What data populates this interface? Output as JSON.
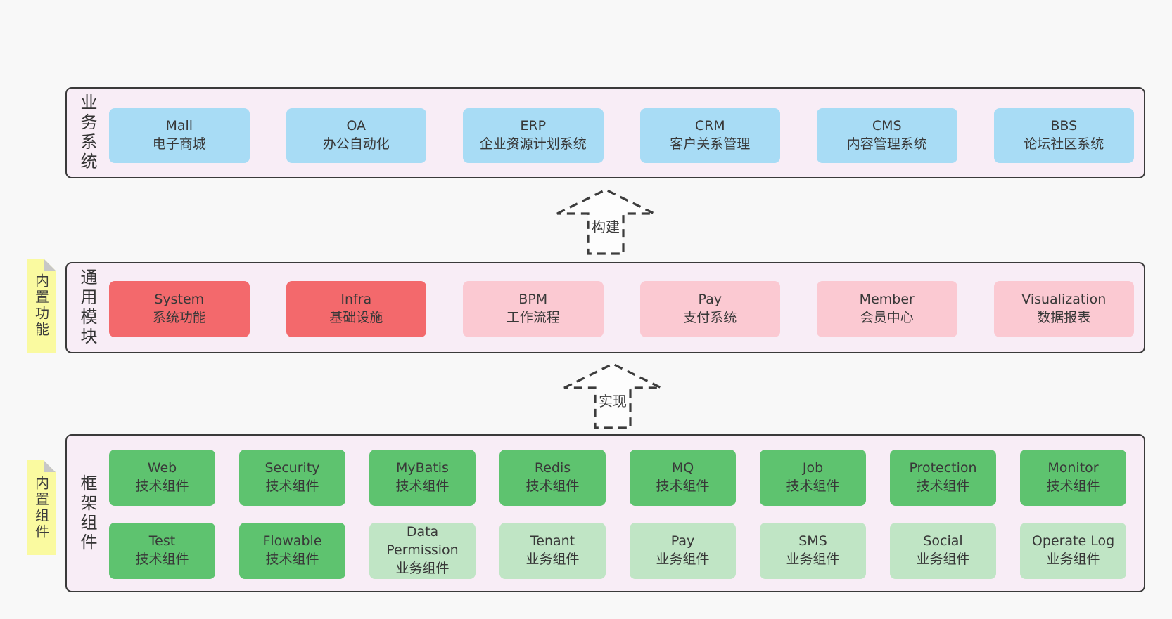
{
  "colors": {
    "page_bg": "#f8f8f8",
    "layer_bg": "#f8edf6",
    "layer_border": "#3a3a3a",
    "box_blue": "#a8dcf5",
    "box_red": "#f3696c",
    "box_pink": "#fbc9d2",
    "box_green": "#5ec36f",
    "box_green_light": "#c0e5c5",
    "note_yellow": "#fafaa0",
    "note_fold_gray": "#c7c7c7",
    "text": "#3a3a3a"
  },
  "arrows": [
    {
      "label": "构建"
    },
    {
      "label": "实现"
    }
  ],
  "layers": [
    {
      "label": "业务系统",
      "boxes": [
        {
          "name": "Mall",
          "desc": "电子商城",
          "variant": "blue"
        },
        {
          "name": "OA",
          "desc": "办公自动化",
          "variant": "blue"
        },
        {
          "name": "ERP",
          "desc": "企业资源计划系统",
          "variant": "blue"
        },
        {
          "name": "CRM",
          "desc": "客户关系管理",
          "variant": "blue"
        },
        {
          "name": "CMS",
          "desc": "内容管理系统",
          "variant": "blue"
        },
        {
          "name": "BBS",
          "desc": "论坛社区系统",
          "variant": "blue"
        }
      ]
    },
    {
      "label": "通用模块",
      "note": "内置功能",
      "boxes": [
        {
          "name": "System",
          "desc": "系统功能",
          "variant": "red"
        },
        {
          "name": "Infra",
          "desc": "基础设施",
          "variant": "red"
        },
        {
          "name": "BPM",
          "desc": "工作流程",
          "variant": "pink"
        },
        {
          "name": "Pay",
          "desc": "支付系统",
          "variant": "pink"
        },
        {
          "name": "Member",
          "desc": "会员中心",
          "variant": "pink"
        },
        {
          "name": "Visualization",
          "desc": "数据报表",
          "variant": "pink"
        }
      ]
    },
    {
      "label": "框架组件",
      "note": "内置组件",
      "rows": [
        [
          {
            "name": "Web",
            "desc": "技术组件",
            "variant": "green"
          },
          {
            "name": "Security",
            "desc": "技术组件",
            "variant": "green"
          },
          {
            "name": "MyBatis",
            "desc": "技术组件",
            "variant": "green"
          },
          {
            "name": "Redis",
            "desc": "技术组件",
            "variant": "green"
          },
          {
            "name": "MQ",
            "desc": "技术组件",
            "variant": "green"
          },
          {
            "name": "Job",
            "desc": "技术组件",
            "variant": "green"
          },
          {
            "name": "Protection",
            "desc": "技术组件",
            "variant": "green"
          },
          {
            "name": "Monitor",
            "desc": "技术组件",
            "variant": "green"
          }
        ],
        [
          {
            "name": "Test",
            "desc": "技术组件",
            "variant": "green"
          },
          {
            "name": "Flowable",
            "desc": "技术组件",
            "variant": "green"
          },
          {
            "name": "Data Permission",
            "desc": "业务组件",
            "variant": "green-light"
          },
          {
            "name": "Tenant",
            "desc": "业务组件",
            "variant": "green-light"
          },
          {
            "name": "Pay",
            "desc": "业务组件",
            "variant": "green-light"
          },
          {
            "name": "SMS",
            "desc": "业务组件",
            "variant": "green-light"
          },
          {
            "name": "Social",
            "desc": "业务组件",
            "variant": "green-light"
          },
          {
            "name": "Operate Log",
            "desc": "业务组件",
            "variant": "green-light"
          }
        ]
      ]
    }
  ]
}
